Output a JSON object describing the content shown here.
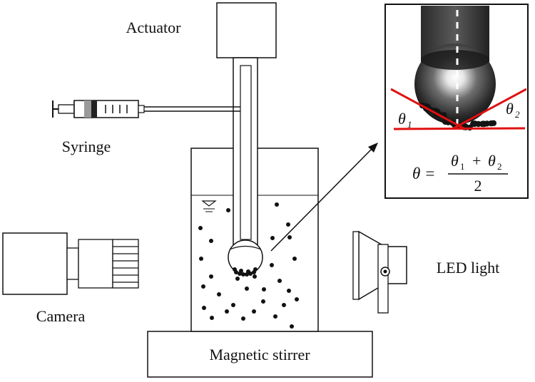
{
  "labels": {
    "actuator": "Actuator",
    "syringe": "Syringe",
    "camera": "Camera",
    "led_light": "LED light",
    "magnetic_stirrer": "Magnetic stirrer"
  },
  "inset": {
    "theta1": "θ",
    "sub1": "1",
    "theta2": "θ",
    "sub2": "2",
    "eq_lhs": "θ =",
    "eq_num_t1": "θ",
    "eq_num_s1": "1",
    "eq_plus": "+",
    "eq_num_t2": "θ",
    "eq_num_s2": "2",
    "eq_den": "2"
  },
  "colors": {
    "line": "#111111",
    "contact_lines": "#e01010",
    "particles": "#111111",
    "inset_bg": "#1a1a1a"
  }
}
